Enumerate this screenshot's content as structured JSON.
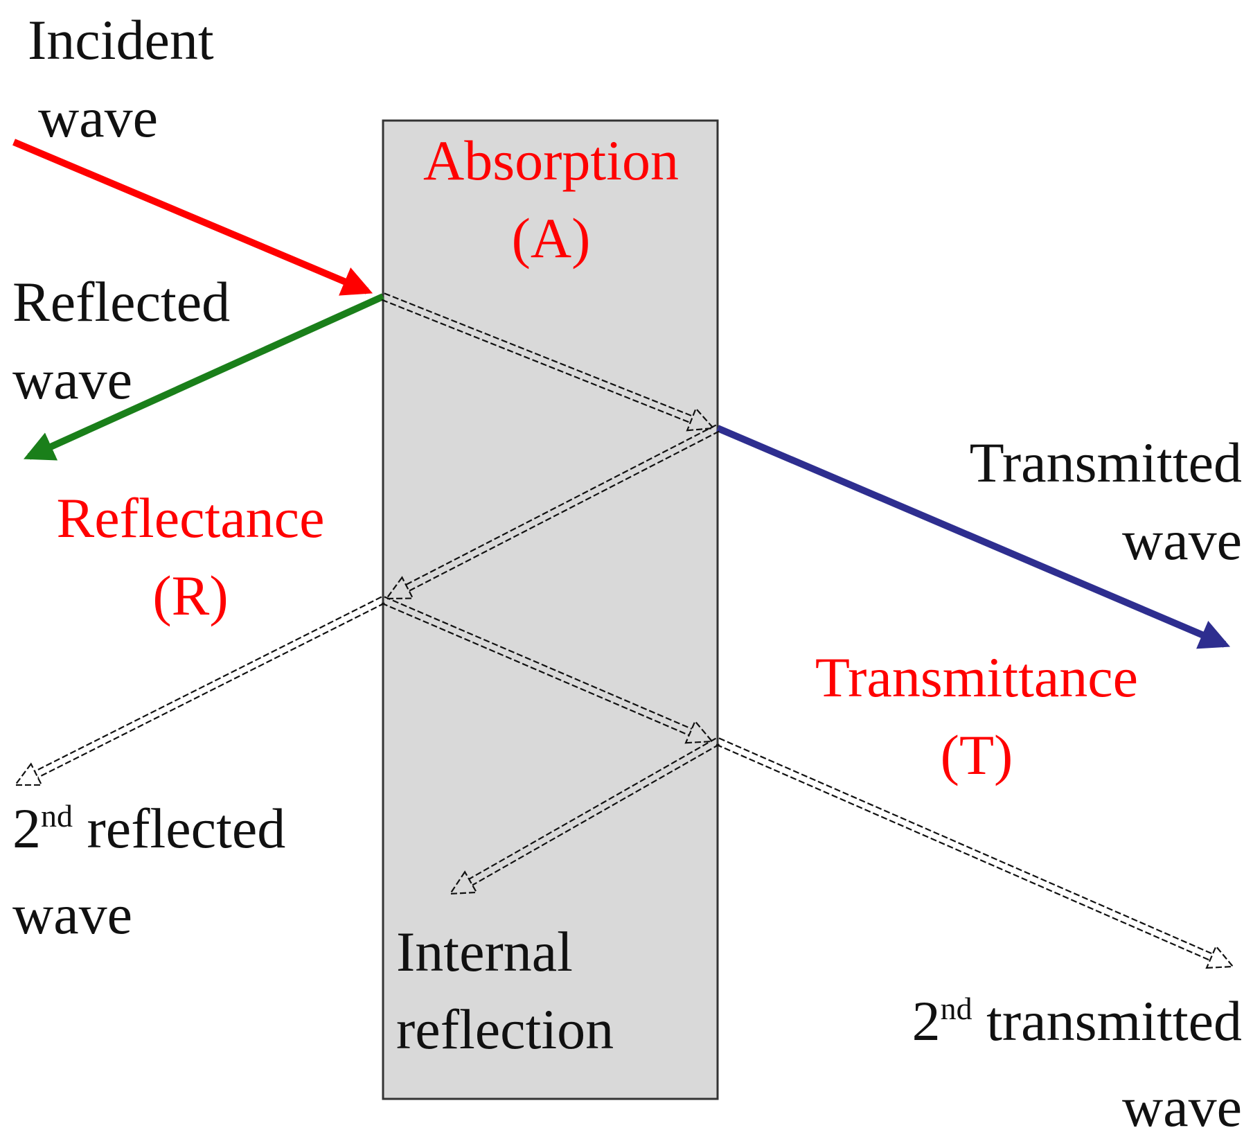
{
  "labels": {
    "incident": [
      "Incident",
      "wave"
    ],
    "reflected": [
      "Reflected",
      "wave"
    ],
    "reflectance": [
      "Reflectance",
      "(R)"
    ],
    "absorption": [
      "Absorption",
      "(A)"
    ],
    "transmitted": [
      "Transmitted",
      "wave"
    ],
    "transmittance": [
      "Transmittance",
      "(T)"
    ],
    "second_reflected": {
      "num": "2",
      "sup": "nd",
      "rest": " reflected",
      "line2": "wave"
    },
    "internal": [
      "Internal",
      "reflection"
    ],
    "second_transmitted": {
      "num": "2",
      "sup": "nd",
      "rest": " transmitted",
      "line2": "wave"
    }
  },
  "colors": {
    "incident_arrow": "#ff0000",
    "reflected_arrow": "#1a7f1a",
    "transmitted_arrow": "#2e2e8f",
    "slab_fill": "#d9d9d9",
    "slab_stroke": "#333333",
    "highlight_text": "#ff0000",
    "dashed_arrow": "#111111"
  }
}
